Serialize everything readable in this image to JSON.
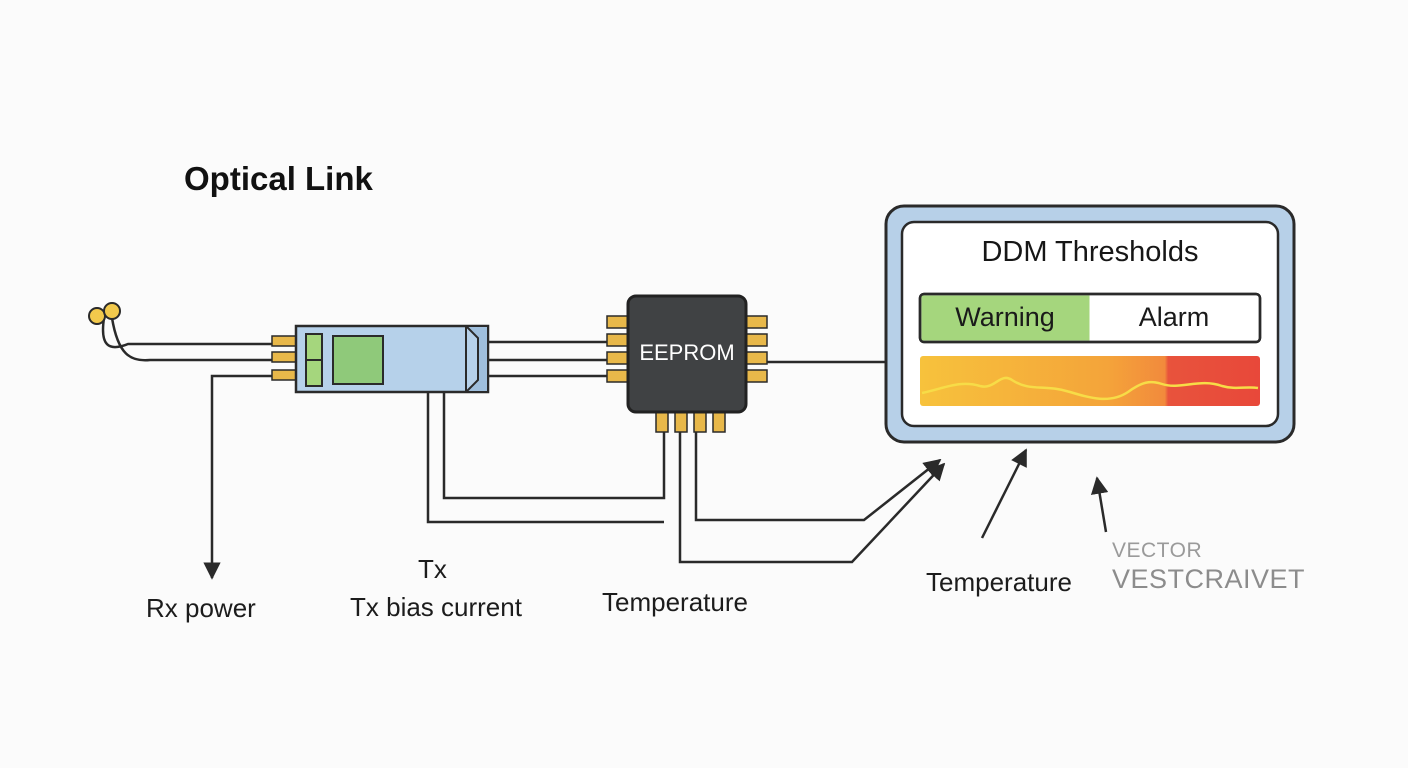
{
  "title": "Optical Link",
  "chip": {
    "label": "EEPROM"
  },
  "panel": {
    "title": "DDM Thresholds",
    "warning_label": "Warning",
    "alarm_label": "Alarm"
  },
  "captions": {
    "rx_power": "Rx power",
    "tx": "Tx",
    "tx_bias": "Tx bias current",
    "temperature_left": "Temperature",
    "temperature_right": "Temperature"
  },
  "watermark": {
    "line1": "VECTOR",
    "line2": "VESTCRAIVET"
  },
  "colors": {
    "stroke": "#2a2a2a",
    "module_fill": "#b6d1ea",
    "module_window": "#8fc97a",
    "pin": "#e8b84a",
    "chip_body": "#404244",
    "panel_frame": "#b7d0e8",
    "warning_fill": "#a5d67d",
    "gauge_warm": "#f2a93b",
    "gauge_hot": "#e8533c",
    "connector": "#f2c94c"
  },
  "icons": [
    "fiber-connector-icon",
    "transceiver-module-icon",
    "eeprom-chip-icon",
    "threshold-gauge-icon"
  ]
}
